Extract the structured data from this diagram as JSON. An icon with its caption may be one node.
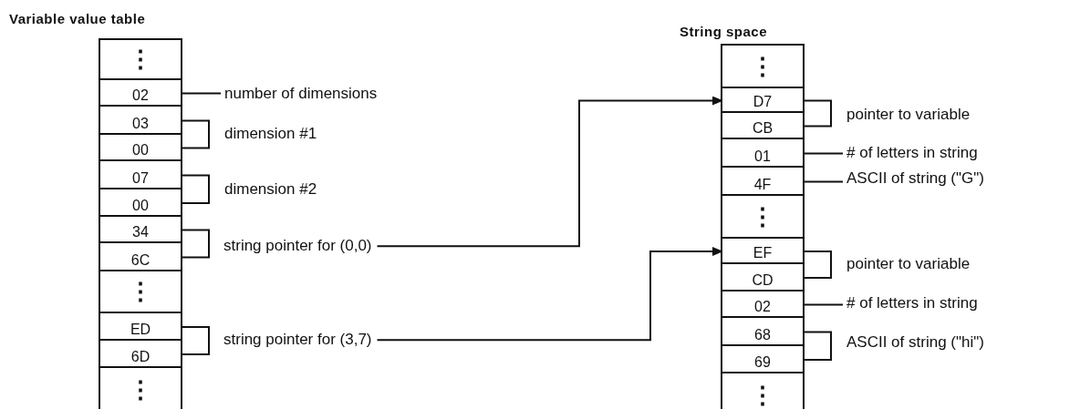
{
  "diagram": {
    "nodes": [
      {
        "text": [
          "Variable value table"
        ]
      },
      {
        "text": [
          "⋮"
        ],
        "in": 0
      },
      {
        "text": [
          "02"
        ],
        "in": 0
      },
      {
        "text": [
          "03"
        ],
        "in": 0
      },
      {
        "text": [
          "00"
        ],
        "in": 0
      },
      {
        "text": [
          "07"
        ],
        "in": 0
      },
      {
        "text": [
          "00"
        ],
        "in": 0
      },
      {
        "text": [
          "34"
        ],
        "in": 0
      },
      {
        "text": [
          "6C"
        ],
        "in": 0
      },
      {
        "text": [
          "⋮"
        ],
        "in": 0
      },
      {
        "text": [
          "ED"
        ],
        "in": 0
      },
      {
        "text": [
          "6D"
        ],
        "in": 0
      },
      {
        "text": [
          "⋮"
        ],
        "in": 0
      },
      {
        "text": [
          "String space"
        ]
      },
      {
        "text": [
          "⋮"
        ],
        "in": 13
      },
      {
        "text": [
          "D7"
        ],
        "in": 13
      },
      {
        "text": [
          "CB"
        ],
        "in": 13
      },
      {
        "text": [
          "01"
        ],
        "in": 13
      },
      {
        "text": [
          "4F"
        ],
        "in": 13
      },
      {
        "text": [
          "⋮"
        ],
        "in": 13
      },
      {
        "text": [
          "EF"
        ],
        "in": 13
      },
      {
        "text": [
          "CD"
        ],
        "in": 13
      },
      {
        "text": [
          "02"
        ],
        "in": 13
      },
      {
        "text": [
          "68"
        ],
        "in": 13
      },
      {
        "text": [
          "69"
        ],
        "in": 13
      },
      {
        "text": [
          "⋮"
        ],
        "in": 13
      },
      {
        "text": [
          "number of dimensions"
        ]
      },
      {
        "text": [
          "string pointer for (0,0)"
        ]
      },
      {
        "text": [
          "string pointer for (3,7)"
        ]
      },
      {
        "text": [
          "# of letters in string"
        ]
      },
      {
        "text": [
          "ASCII of string (\"G\")"
        ]
      },
      {
        "text": [
          "# of letters in string"
        ]
      }
    ],
    "edges": [
      {
        "from": 2,
        "to": 26,
        "arrow": "none"
      },
      {
        "from": 27,
        "to": 15,
        "arrow": "to"
      },
      {
        "from": 28,
        "to": 20,
        "arrow": "to"
      },
      {
        "from": 17,
        "to": 29,
        "arrow": "none"
      },
      {
        "from": 18,
        "to": 30,
        "arrow": "none"
      },
      {
        "from": 22,
        "to": 31,
        "arrow": "none"
      }
    ],
    "labels": [
      "dimension #1",
      "dimension #2",
      "pointer to variable",
      "pointer to variable",
      "ASCII of string (\"hi\")"
    ]
  }
}
